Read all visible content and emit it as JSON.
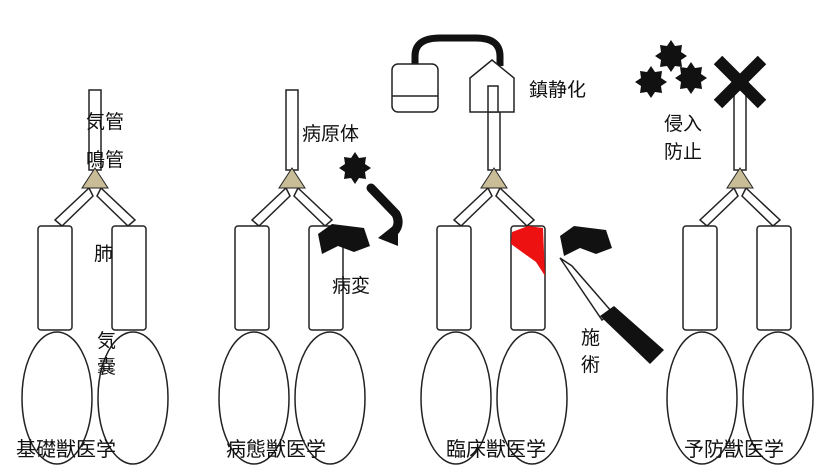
{
  "colors": {
    "outline": "#222222",
    "syrinx": "#c9bd98",
    "lesion": "#ee1111",
    "fill": "#ffffff",
    "dark": "#111111"
  },
  "panels": [
    {
      "caption": "基礎獣医学",
      "labels": {
        "trachea": "気管",
        "syrinx": "鳴管",
        "lung": "肺",
        "airsac_1": "気",
        "airsac_2": "嚢"
      }
    },
    {
      "caption": "病態獣医学",
      "labels": {
        "pathogen": "病原体",
        "lesion": "病変"
      }
    },
    {
      "caption": "臨床獣医学",
      "labels": {
        "sedation": "鎮静化",
        "surgery_1": "施",
        "surgery_2": "術"
      }
    },
    {
      "caption": "予防獣医学",
      "labels": {
        "prevention_1": "侵入",
        "prevention_2": "防止"
      }
    }
  ],
  "icons": [
    "pathogen-icon",
    "arrow-icon",
    "lesion-icon",
    "anesthesia-machine-icon",
    "scalpel-icon",
    "cross-icon"
  ]
}
